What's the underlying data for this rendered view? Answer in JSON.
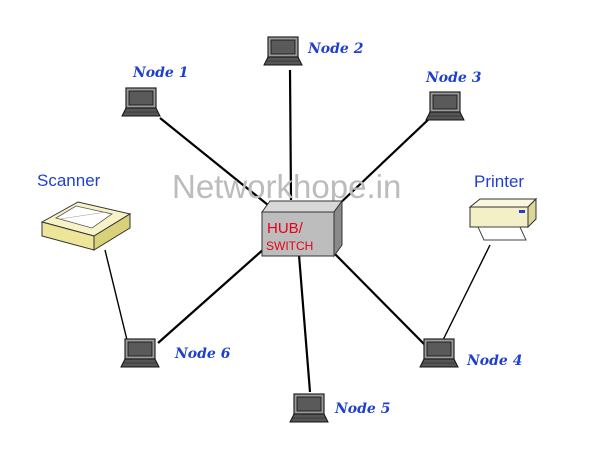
{
  "watermark": "Networkhope.in",
  "hub": {
    "line1": "HUB/",
    "line2": "SWITCH"
  },
  "nodes": [
    {
      "id": "node-1",
      "label": "Node 1"
    },
    {
      "id": "node-2",
      "label": "Node 2"
    },
    {
      "id": "node-3",
      "label": "Node 3"
    },
    {
      "id": "node-4",
      "label": "Node 4"
    },
    {
      "id": "node-5",
      "label": "Node 5"
    },
    {
      "id": "node-6",
      "label": "Node 6"
    }
  ],
  "devices": {
    "scanner": {
      "label": "Scanner"
    },
    "printer": {
      "label": "Printer"
    }
  },
  "colors": {
    "label_blue": "#1f3fd0",
    "hub_text_red": "#e8001a",
    "hub_fill": "#bdbdbd",
    "watermark": "#bcbcbc"
  }
}
